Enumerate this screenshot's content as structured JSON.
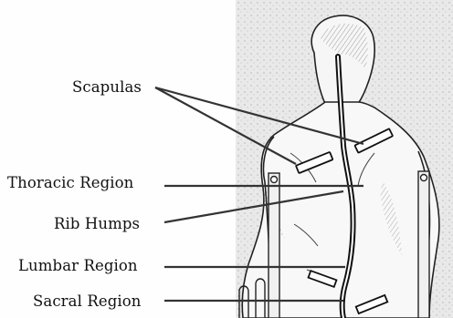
{
  "diagram": {
    "labels": {
      "scapulas": "Scapulas",
      "thoracic": "Thoracic Region",
      "rib_humps": "Rib Humps",
      "lumbar": "Lumbar Region",
      "sacral": "Sacral Region"
    },
    "colors": {
      "ink": "#111111",
      "background": "#fefefe",
      "paper_gray": "#e6e6e6",
      "skin_line": "#333333"
    }
  }
}
